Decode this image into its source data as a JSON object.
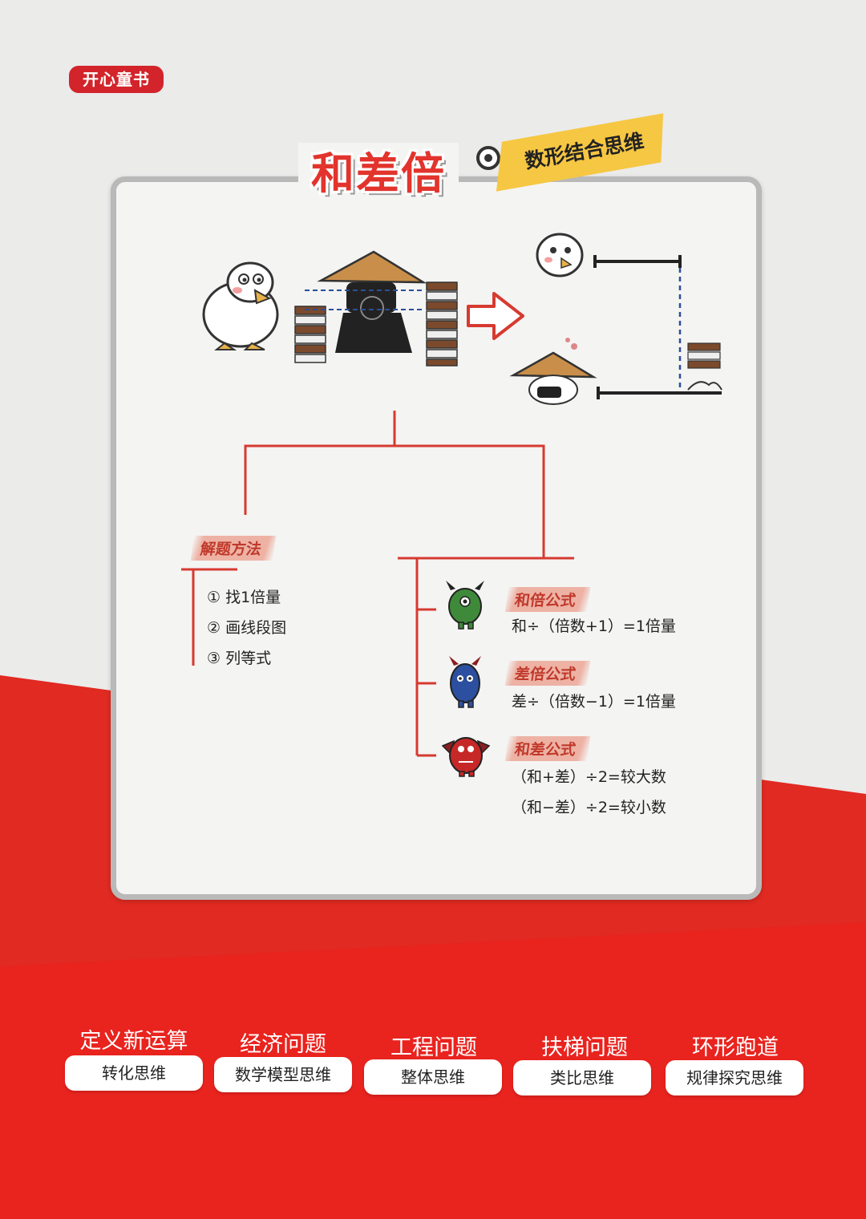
{
  "brand": "开心童书",
  "header": {
    "title": "和差倍",
    "subtitle": "数形结合思维"
  },
  "methods": {
    "label": "解题方法",
    "steps": [
      "① 找1倍量",
      "② 画线段图",
      "③ 列等式"
    ]
  },
  "formulas": [
    {
      "label": "和倍公式",
      "lines": [
        "和÷（倍数+1）=1倍量"
      ],
      "monster_color": "#3f8a3a"
    },
    {
      "label": "差倍公式",
      "lines": [
        "差÷（倍数−1）=1倍量"
      ],
      "monster_color": "#2c4fa0"
    },
    {
      "label": "和差公式",
      "lines": [
        "（和+差）÷2=较大数",
        "（和−差）÷2=较小数"
      ],
      "monster_color": "#c62828"
    }
  ],
  "categories": [
    {
      "title": "定义新运算",
      "pill": "转化思维"
    },
    {
      "title": "经济问题",
      "pill": "数学模型思维"
    },
    {
      "title": "工程问题",
      "pill": "整体思维"
    },
    {
      "title": "扶梯问题",
      "pill": "类比思维"
    },
    {
      "title": "环形跑道",
      "pill": "规律探究思维"
    }
  ],
  "colors": {
    "accent_red": "#e0201f",
    "line_red": "#d63a30",
    "tag_yellow": "#f6c743"
  }
}
